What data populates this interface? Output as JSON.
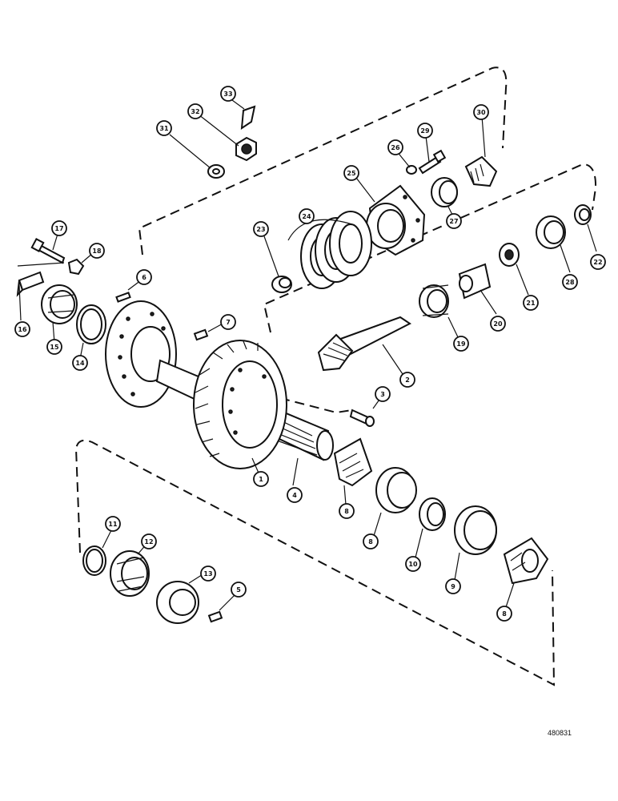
{
  "figure_ref": "480831",
  "callouts": [
    {
      "id": "c1",
      "label": "1"
    },
    {
      "id": "c2",
      "label": "2"
    },
    {
      "id": "c3",
      "label": "3"
    },
    {
      "id": "c4",
      "label": "4"
    },
    {
      "id": "c5",
      "label": "5"
    },
    {
      "id": "c6",
      "label": "6"
    },
    {
      "id": "c7",
      "label": "7"
    },
    {
      "id": "c8a",
      "label": "8"
    },
    {
      "id": "c8b",
      "label": "8"
    },
    {
      "id": "c8c",
      "label": "8"
    },
    {
      "id": "c9",
      "label": "9"
    },
    {
      "id": "c10",
      "label": "10"
    },
    {
      "id": "c11",
      "label": "11"
    },
    {
      "id": "c12",
      "label": "12"
    },
    {
      "id": "c13",
      "label": "13"
    },
    {
      "id": "c14",
      "label": "14"
    },
    {
      "id": "c15",
      "label": "15"
    },
    {
      "id": "c16",
      "label": "16"
    },
    {
      "id": "c17",
      "label": "17"
    },
    {
      "id": "c18",
      "label": "18"
    },
    {
      "id": "c19",
      "label": "19"
    },
    {
      "id": "c20",
      "label": "20"
    },
    {
      "id": "c21",
      "label": "21"
    },
    {
      "id": "c22",
      "label": "22"
    },
    {
      "id": "c23",
      "label": "23"
    },
    {
      "id": "c24",
      "label": "24"
    },
    {
      "id": "c25",
      "label": "25"
    },
    {
      "id": "c26",
      "label": "26"
    },
    {
      "id": "c27",
      "label": "27"
    },
    {
      "id": "c28",
      "label": "28"
    },
    {
      "id": "c29",
      "label": "29"
    },
    {
      "id": "c30",
      "label": "30"
    },
    {
      "id": "c31",
      "label": "31"
    },
    {
      "id": "c32",
      "label": "32"
    },
    {
      "id": "c33",
      "label": "33"
    }
  ]
}
